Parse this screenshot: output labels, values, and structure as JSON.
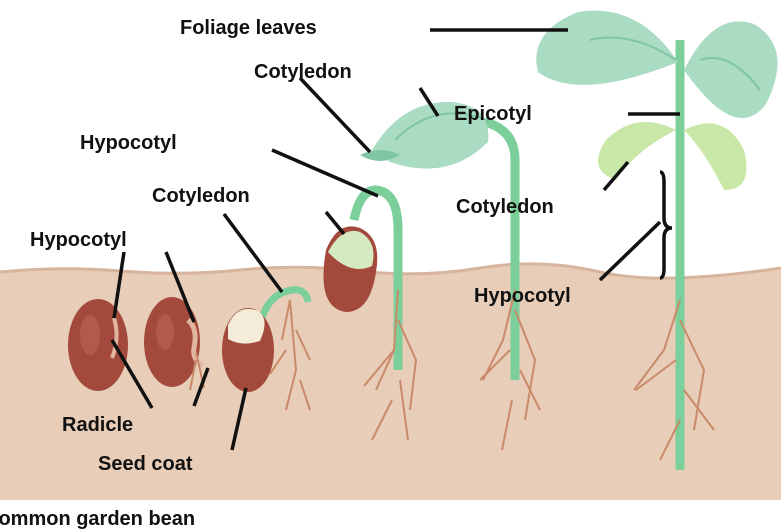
{
  "labels": {
    "foliage_leaves": "Foliage leaves",
    "cotyledon_top": "Cotyledon",
    "epicotyl": "Epicotyl",
    "hypocotyl_upper": "Hypocotyl",
    "cotyledon_mid": "Cotyledon",
    "cotyledon_right": "Cotyledon",
    "hypocotyl_left": "Hypocotyl",
    "hypocotyl_right": "Hypocotyl",
    "radicle": "Radicle",
    "seed_coat": "Seed coat",
    "caption": "Common garden bean"
  },
  "colors": {
    "soil": "#e8cdb8",
    "soil_edge": "#d7b59c",
    "leaf": "#a9dcc2",
    "leaf_dark": "#7fc6a4",
    "stem": "#7ccf9a",
    "cotyledon": "#c9e7a6",
    "seed": "#a34a3c",
    "root": "#c98a6a"
  }
}
